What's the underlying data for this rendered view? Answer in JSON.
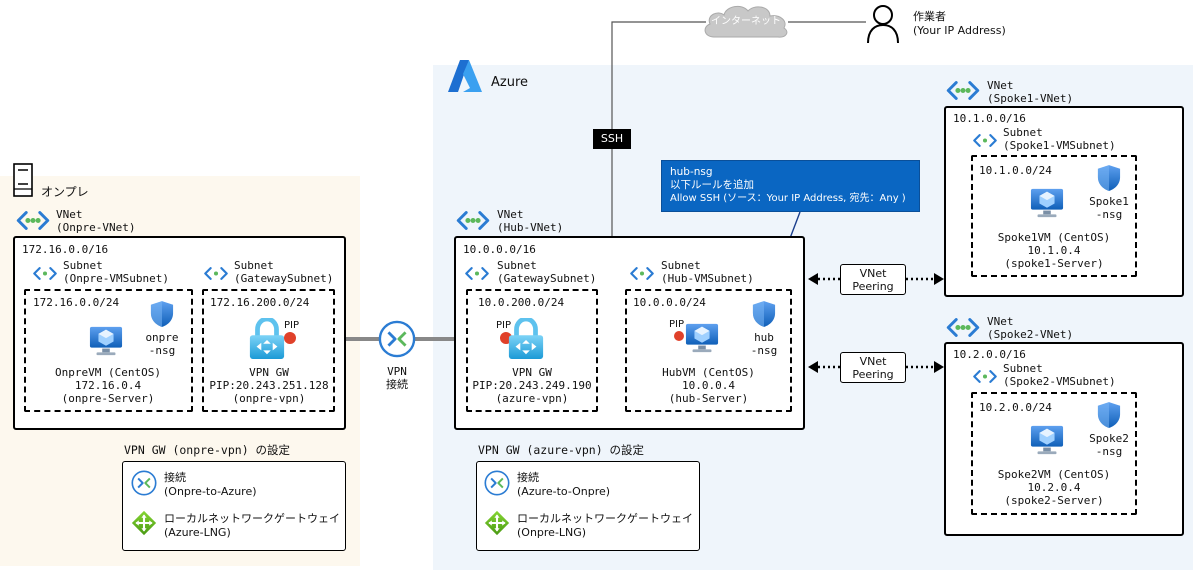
{
  "internet": {
    "cloud_label": "インターネット"
  },
  "operator": {
    "name": "作業者",
    "ip": "(Your IP Address)"
  },
  "ssh_label": "SSH",
  "azure": {
    "title": "Azure"
  },
  "onpre": {
    "title": "オンプレ",
    "vnet_label": "VNet",
    "vnet_name": "(Onpre-VNet)",
    "vnet_cidr": "172.16.0.0/16",
    "vm_subnet": {
      "label": "Subnet",
      "name": "(Onpre-VMSubnet)",
      "cidr": "172.16.0.0/24"
    },
    "vm": {
      "nsg_label": "onpre\n-nsg",
      "line1": "OnpreVM (CentOS)",
      "line2": "172.16.0.4",
      "line3": "(onpre-Server)"
    },
    "gw_subnet": {
      "label": "Subnet",
      "name": "(GatewaySubnet)",
      "cidr": "172.16.200.0/24"
    },
    "gw": {
      "pip_label": "PIP",
      "line1": "VPN GW",
      "line2": "PIP:20.243.251.128",
      "line3": "(onpre-vpn)"
    },
    "settings": {
      "title": "VPN GW (onpre-vpn) の設定",
      "conn_label": "接続",
      "conn_name": "(Onpre-to-Azure)",
      "lng_label": "ローカルネットワークゲートウェイ",
      "lng_name": "(Azure-LNG)"
    }
  },
  "vpn_connection": {
    "label": "VPN\n接続"
  },
  "hub": {
    "vnet_label": "VNet",
    "vnet_name": "(Hub-VNet)",
    "vnet_cidr": "10.0.0.0/16",
    "gw_subnet": {
      "label": "Subnet",
      "name": "(GatewaySubnet)",
      "cidr": "10.0.200.0/24"
    },
    "gw": {
      "pip_label": "PIP",
      "line1": "VPN GW",
      "line2": "PIP:20.243.249.190",
      "line3": "(azure-vpn)"
    },
    "vm_subnet": {
      "label": "Subnet",
      "name": "(Hub-VMSubnet)",
      "cidr": "10.0.0.0/24"
    },
    "vm": {
      "pip_label": "PIP",
      "nsg_label": "hub\n-nsg",
      "line1": "HubVM (CentOS)",
      "line2": "10.0.0.4",
      "line3": "(hub-Server)"
    },
    "callout": {
      "line1": "hub-nsg",
      "line2": "以下ルールを追加",
      "line3": "Allow SSH (ソース：Your IP Address, 宛先：Any )"
    },
    "settings": {
      "title": "VPN GW (azure-vpn) の設定",
      "conn_label": "接続",
      "conn_name": "(Azure-to-Onpre)",
      "lng_label": "ローカルネットワークゲートウェイ",
      "lng_name": "(Onpre-LNG)"
    }
  },
  "peering1": {
    "label": "VNet\nPeering"
  },
  "peering2": {
    "label": "VNet\nPeering"
  },
  "spoke1": {
    "vnet_label": "VNet",
    "vnet_name": "(Spoke1-VNet)",
    "vnet_cidr": "10.1.0.0/16",
    "subnet_label": "Subnet",
    "subnet_name": "(Spoke1-VMSubnet)",
    "subnet_cidr": "10.1.0.0/24",
    "nsg_label": "Spoke1\n-nsg",
    "line1": "Spoke1VM (CentOS)",
    "line2": "10.1.0.4",
    "line3": "(spoke1-Server)"
  },
  "spoke2": {
    "vnet_label": "VNet",
    "vnet_name": "(Spoke2-VNet)",
    "vnet_cidr": "10.2.0.0/16",
    "subnet_label": "Subnet",
    "subnet_name": "(Spoke2-VMSubnet)",
    "subnet_cidr": "10.2.0.0/24",
    "nsg_label": "Spoke2\n-nsg",
    "line1": "Spoke2VM (CentOS)",
    "line2": "10.2.0.4",
    "line3": "(spoke2-Server)"
  },
  "colors": {
    "azure_bg": "#eff5fb",
    "onpre_bg": "#fdf8ee",
    "callout_bg": "#0a66c2",
    "pip_dot": "#e0412a",
    "vnet_icon": "#2b7cd3"
  }
}
